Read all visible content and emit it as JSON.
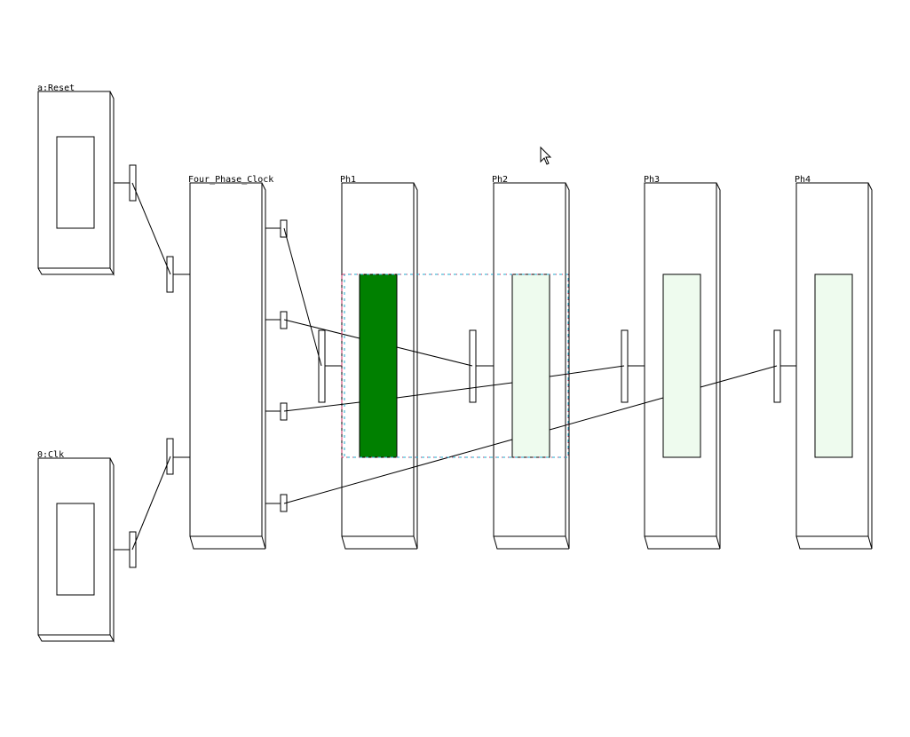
{
  "blocks": [
    {
      "id": "reset",
      "label": "a:Reset"
    },
    {
      "id": "clk",
      "label": "0:Clk"
    },
    {
      "id": "fpc",
      "label": "Four_Phase_Clock"
    },
    {
      "id": "ph1",
      "label": "Ph1",
      "fill": "#008000"
    },
    {
      "id": "ph2",
      "label": "Ph2",
      "fill": "#eefbee"
    },
    {
      "id": "ph3",
      "label": "Ph3",
      "fill": "#eefbee"
    },
    {
      "id": "ph4",
      "label": "Ph4",
      "fill": "#eefbee"
    }
  ],
  "colors": {
    "active_phase": "#008000",
    "inactive_phase": "#eefbee",
    "selection_outer": "#cc3366",
    "selection_inner": "#22aacc"
  },
  "icons": {
    "cursor": "mouse-pointer-icon"
  }
}
